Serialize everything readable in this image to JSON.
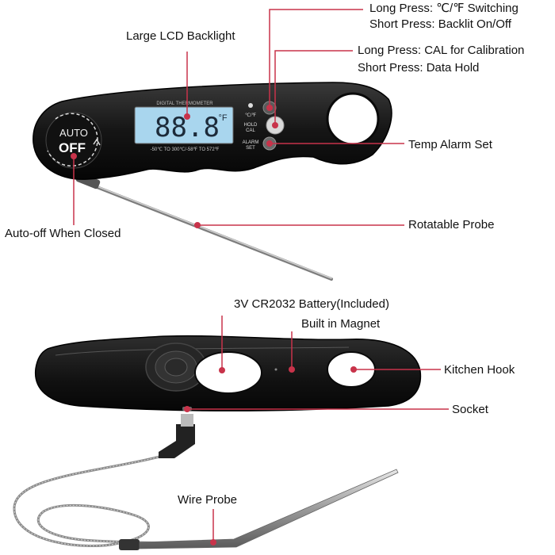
{
  "labels": {
    "unit_switch_long": "Long Press: ℃/℉ Switching",
    "unit_switch_short": "Short Press: Backlit On/Off",
    "cal_long": "Long Press: CAL for Calibration",
    "cal_short": "Short Press: Data Hold",
    "lcd": "Large LCD Backlight",
    "alarm": "Temp Alarm Set",
    "probe": "Rotatable Probe",
    "auto_off": "Auto-off When Closed",
    "battery": "3V CR2032 Battery(Included)",
    "magnet": "Built in Magnet",
    "hook": "Kitchen Hook",
    "socket": "Socket",
    "wire_probe": "Wire Probe"
  },
  "device": {
    "brand_text": "DIGITAL THERMOMETER",
    "lcd_reading": "88.8",
    "lcd_unit": "°F",
    "range_text": "-50℃ TO 300℃/-58℉ TO 572℉",
    "auto_top": "AUTO",
    "auto_bottom": "OFF",
    "btn1_label": "℃/℉",
    "btn2_label_top": "HOLD",
    "btn2_label_bottom": "CAL",
    "btn3_label_top": "ALARM",
    "btn3_label_bottom": "SET"
  },
  "colors": {
    "callout": "#c8334a",
    "body": "#1a1a1a",
    "lcd": "#a9d6ee",
    "lcd_digits": "#1d2b3a"
  }
}
